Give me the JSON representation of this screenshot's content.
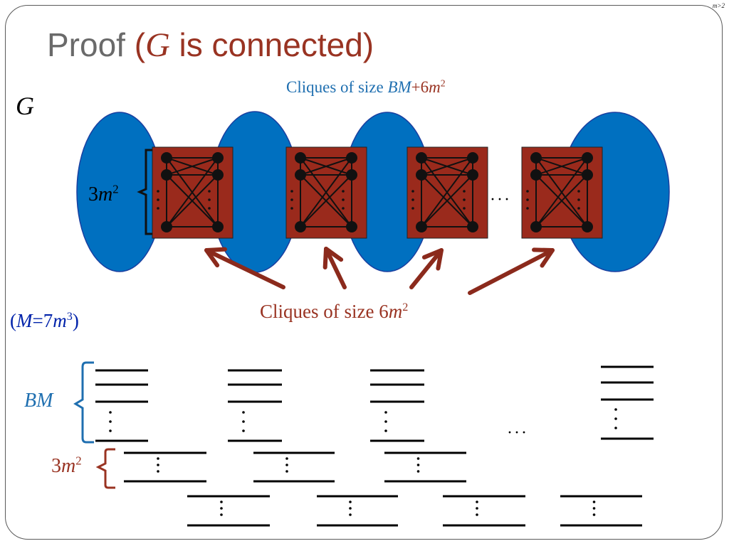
{
  "slide": {
    "corner_note": "m>2",
    "title_prefix": "Proof (",
    "title_g": "G",
    "title_suffix": " is connected)",
    "graph_label": "G",
    "top_caption": {
      "text": "Cliques of size ",
      "bm": "BM",
      "plus": "+6",
      "m": "m",
      "exp": "2"
    },
    "left_label": {
      "num": "3",
      "m": "m",
      "exp": "2"
    },
    "dots_horizontal": "···",
    "mid_caption": {
      "text": "Cliques of size ",
      "num": "6",
      "m": "m",
      "exp": "2"
    },
    "m_def": {
      "open": "(",
      "M": "M",
      "eq": "=7",
      "m": "m",
      "exp": "3",
      "close": ")"
    },
    "bm_label": "BM",
    "bottom_label": {
      "num": "3",
      "m": "m",
      "exp": "2"
    }
  },
  "colors": {
    "blob": "#0070c0",
    "clique": "#9a2a1c",
    "arrow": "#8b2a1c",
    "blue_text": "#1f6fb0",
    "red_text": "#993322"
  }
}
